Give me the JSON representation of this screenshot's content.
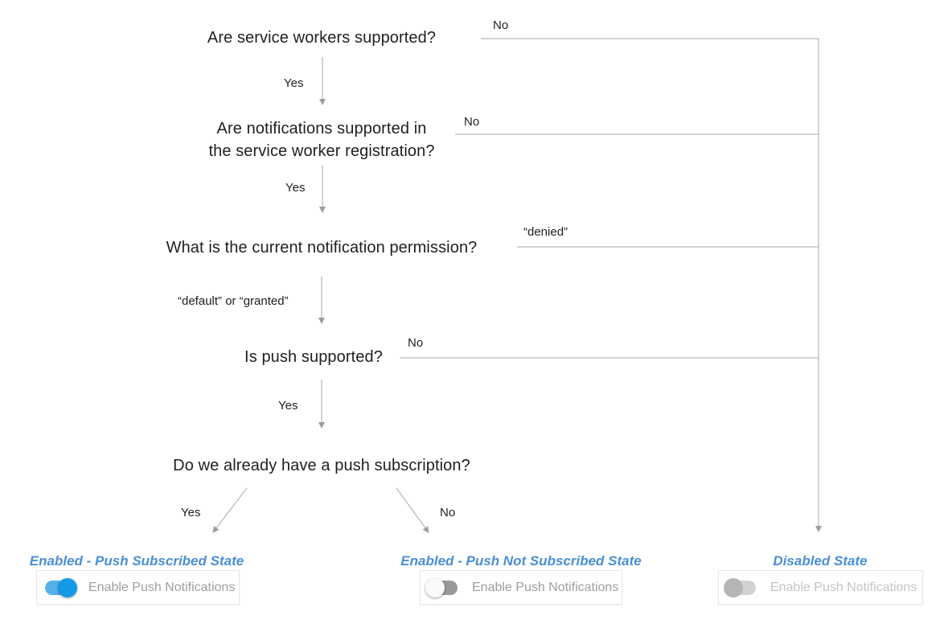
{
  "questions": {
    "q1": "Are service workers supported?",
    "q2": "Are notifications supported in\nthe service worker registration?",
    "q3": "What is the current notification permission?",
    "q4": "Is push supported?",
    "q5": "Do we already have a push subscription?"
  },
  "labels": {
    "q1_yes": "Yes",
    "q1_no": "No",
    "q2_yes": "Yes",
    "q2_no": "No",
    "q3_denied": "“denied”",
    "q3_granted": "“default” or “granted”",
    "q4_yes": "Yes",
    "q4_no": "No",
    "q5_yes": "Yes",
    "q5_no": "No"
  },
  "states": {
    "subscribed": {
      "title": "Enabled - Push Subscribed State",
      "toggle_state": "on",
      "button_label": "Enable Push Notifications"
    },
    "not_subscribed": {
      "title": "Enabled - Push Not Subscribed State",
      "toggle_state": "off",
      "button_label": "Enable Push Notifications"
    },
    "disabled": {
      "title": "Disabled State",
      "toggle_state": "disabled",
      "button_label": "Enable Push Notifications"
    }
  },
  "colors": {
    "title_blue": "#4a8fd4",
    "line_gray": "#a6a6a6",
    "arrow_gray": "#97a0a0",
    "question_text": "#1f1f1f",
    "card_label_gray": "#9e9e9e",
    "card_label_disabled": "#c3c3c3",
    "toggle_on_track": "#55b1ea",
    "toggle_on_knob": "#149ae4",
    "toggle_off_track": "#999999",
    "toggle_off_knob": "#fafafa",
    "toggle_disabled_track": "#d2d2d2",
    "toggle_disabled_knob": "#b5b5b5"
  }
}
